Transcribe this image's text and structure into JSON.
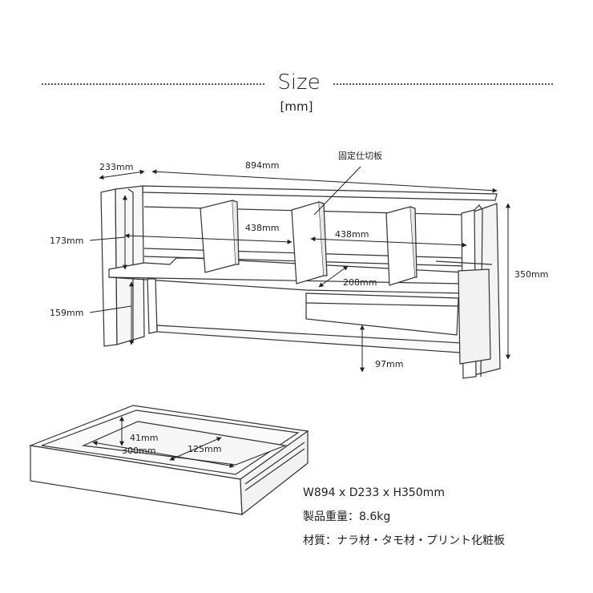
{
  "header": {
    "title": "Size",
    "unit": "[mm]"
  },
  "rack_dimensions": {
    "width": "894mm",
    "depth": "233mm",
    "height": "350mm",
    "left_upper": "173mm",
    "left_lower": "159mm",
    "compartment_left": "438mm",
    "compartment_right": "438mm",
    "shelf_depth": "208mm",
    "drawer_clearance": "97mm",
    "fixed_partition_label": "固定仕切板"
  },
  "drawer_dimensions": {
    "inner_height": "41mm",
    "inner_width": "300mm",
    "inner_depth": "125mm"
  },
  "specs": {
    "size": "W894 x D233 x H350mm",
    "weight": "製品重量：8.6kg",
    "material": "材質：ナラ材・タモ材・プリント化粧板"
  }
}
